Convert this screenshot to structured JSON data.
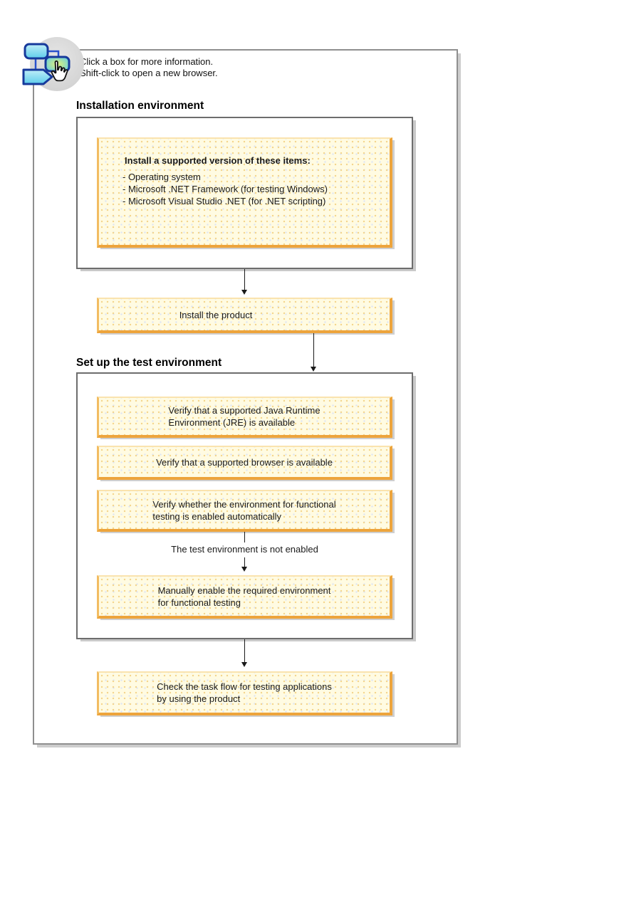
{
  "instructions": {
    "line1": "Click a box for more information.",
    "line2": "Shift-click to open a new browser."
  },
  "sections": {
    "install": {
      "title": "Installation environment"
    },
    "setup": {
      "title": "Set up the test environment"
    }
  },
  "boxes": {
    "prerequisites": {
      "title": "Install a supported version of these items:",
      "items": [
        "- Operating system",
        "- Microsoft .NET Framework (for testing Windows)",
        "- Microsoft Visual Studio .NET (for .NET scripting)"
      ]
    },
    "install_product": {
      "label": "Install the product"
    },
    "verify_jre": {
      "label": [
        "Verify that a supported Java Runtime",
        "Environment (JRE) is available"
      ]
    },
    "verify_browser": {
      "label": [
        "Verify that a supported browser is available"
      ]
    },
    "verify_functional": {
      "label": [
        "Verify whether the environment for functional",
        "testing is enabled automatically"
      ]
    },
    "manual_enable": {
      "label": [
        "Manually enable the required environment",
        "for functional testing"
      ]
    },
    "check_taskflow": {
      "label": [
        "Check the task flow for testing applications",
        "by using the product"
      ]
    }
  },
  "connectors": {
    "not_enabled_label": "The test environment is not enabled"
  },
  "icon": {
    "name": "clickable-flowchart-hand-icon"
  },
  "colors": {
    "box_fill": "#fffbe2",
    "box_border_orange": "#eda43c",
    "box_border_light": "#f2bc62",
    "frame_border": "#8f8f8f",
    "container_border": "#6d6d6d",
    "shadow_gray": "#cdcdcd",
    "icon_dark_blue": "#16399b",
    "icon_cyan": "#7fd8ee",
    "icon_glow": "#d8ee82",
    "arrow_black": "#1a1a1a"
  }
}
